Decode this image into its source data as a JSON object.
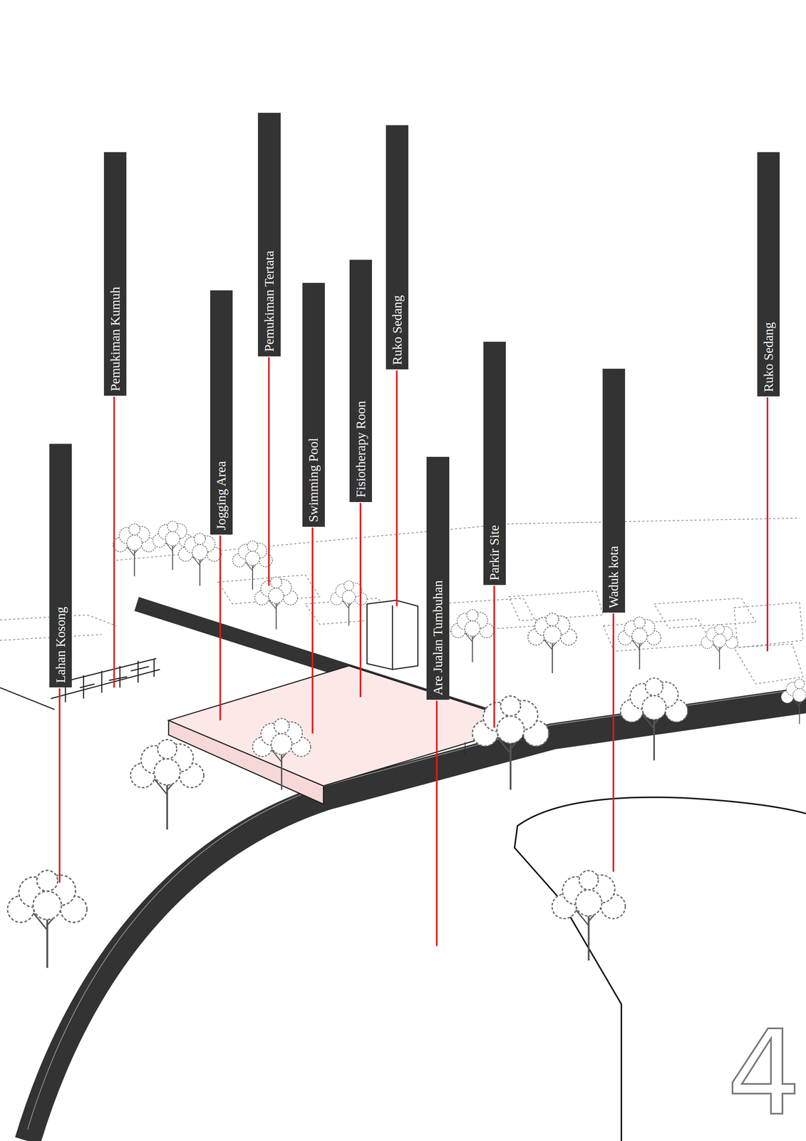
{
  "diagram": {
    "nodes": [
      {
        "text": [
          "Lahan Kosong"
        ]
      },
      {
        "text": [
          "Pemukiman Kumuh"
        ]
      },
      {
        "text": [
          "Jogging Area"
        ]
      },
      {
        "text": [
          "Pemukiman Tertata"
        ]
      },
      {
        "text": [
          "Swimming Pool"
        ]
      },
      {
        "text": [
          "Fisiotherapy Roon"
        ]
      },
      {
        "text": [
          "Ruko Sedang"
        ]
      },
      {
        "text": [
          "Are Jualan Tumbuhan"
        ]
      },
      {
        "text": [
          "Parkir Site"
        ]
      },
      {
        "text": [
          "Waduk kota"
        ]
      },
      {
        "text": [
          "Ruko Sedang"
        ]
      }
    ],
    "labels": [
      "4"
    ]
  }
}
